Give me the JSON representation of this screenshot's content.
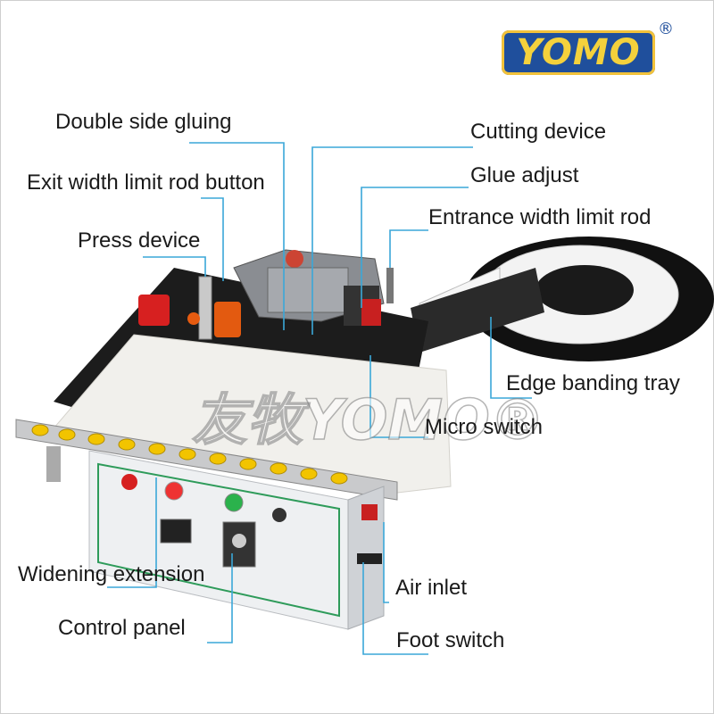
{
  "logo": {
    "text": "YOMO",
    "registered": "®"
  },
  "watermark": "友牧YOMO®",
  "labels": {
    "double_side_gluing": "Double side gluing",
    "exit_width_limit_rod_button": "Exit width limit rod button",
    "press_device": "Press device",
    "cutting_device": "Cutting device",
    "glue_adjust": "Glue adjust",
    "entrance_width_limit_rod": "Entrance width limit rod",
    "edge_banding_tray": "Edge banding tray",
    "micro_switch": "Micro switch",
    "widening_extension": "Widening extension",
    "control_panel": "Control panel",
    "air_inlet": "Air inlet",
    "foot_switch": "Foot switch"
  },
  "colors": {
    "leader_line": "#3aa7d8",
    "logo_blue": "#1f4f9c",
    "logo_yellow": "#f4d13c",
    "roller_yellow": "#f2c400",
    "body_gray": "#e9eaec",
    "panel_green": "#2e9b5a"
  }
}
